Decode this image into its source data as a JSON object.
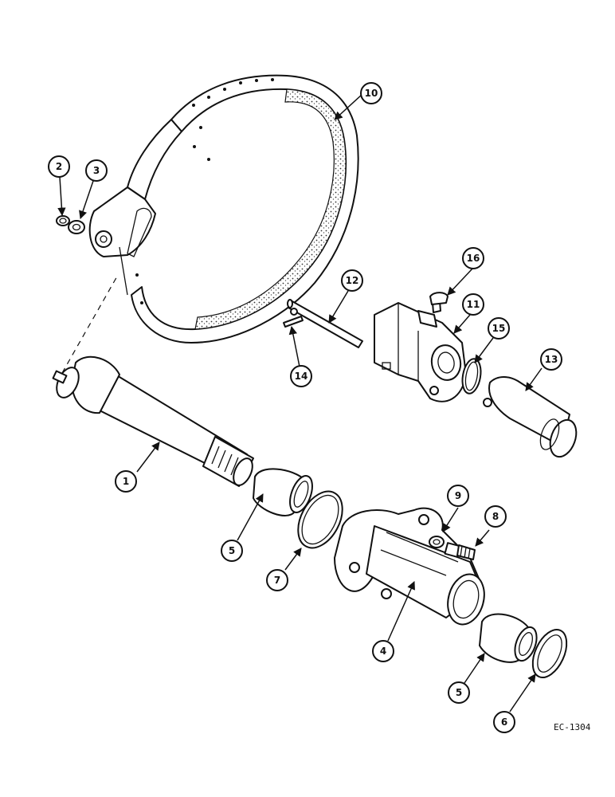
{
  "figure": {
    "ref_code": "EC-1304"
  },
  "callouts": [
    {
      "id": "c1",
      "label": "1"
    },
    {
      "id": "c2",
      "label": "2"
    },
    {
      "id": "c3",
      "label": "3"
    },
    {
      "id": "c4",
      "label": "4"
    },
    {
      "id": "c5a",
      "label": "5"
    },
    {
      "id": "c5b",
      "label": "5"
    },
    {
      "id": "c6",
      "label": "6"
    },
    {
      "id": "c7",
      "label": "7"
    },
    {
      "id": "c8",
      "label": "8"
    },
    {
      "id": "c9",
      "label": "9"
    },
    {
      "id": "c10",
      "label": "10"
    },
    {
      "id": "c11",
      "label": "11"
    },
    {
      "id": "c12",
      "label": "12"
    },
    {
      "id": "c13",
      "label": "13"
    },
    {
      "id": "c14",
      "label": "14"
    },
    {
      "id": "c15",
      "label": "15"
    },
    {
      "id": "c16",
      "label": "16"
    }
  ]
}
